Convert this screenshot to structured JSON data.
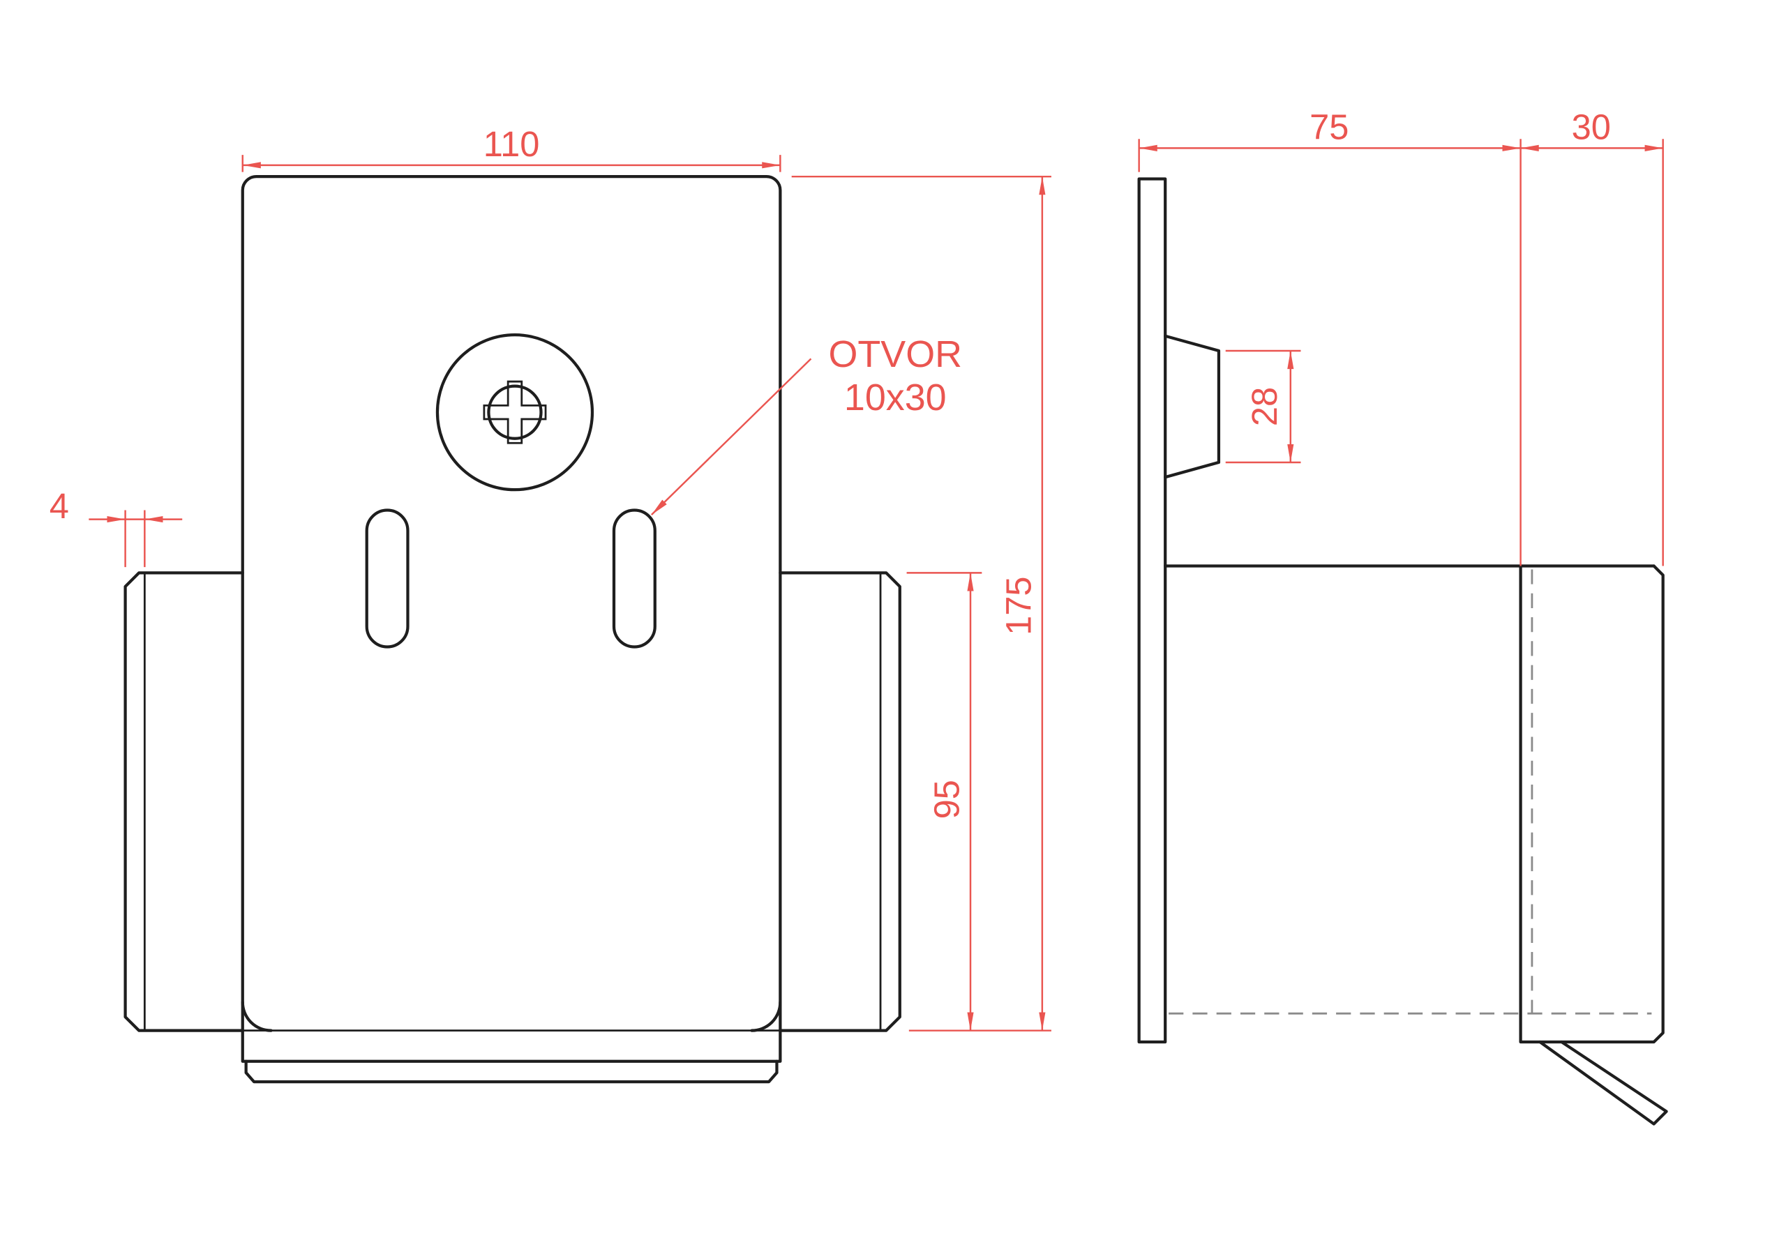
{
  "drawing": {
    "background_color": "#ffffff",
    "line_color": "#1e1e1e",
    "hidden_line_color": "#8a8a8a",
    "dimension_color": "#ea5550",
    "front_view": {
      "width": "110",
      "edge_thickness": "4",
      "total_height": "175",
      "flange_height": "95",
      "slot_note_line1": "OTVOR",
      "slot_note_line2": "10x30"
    },
    "side_view": {
      "depth": "75",
      "flange_width": "30",
      "boss_height": "28"
    }
  }
}
